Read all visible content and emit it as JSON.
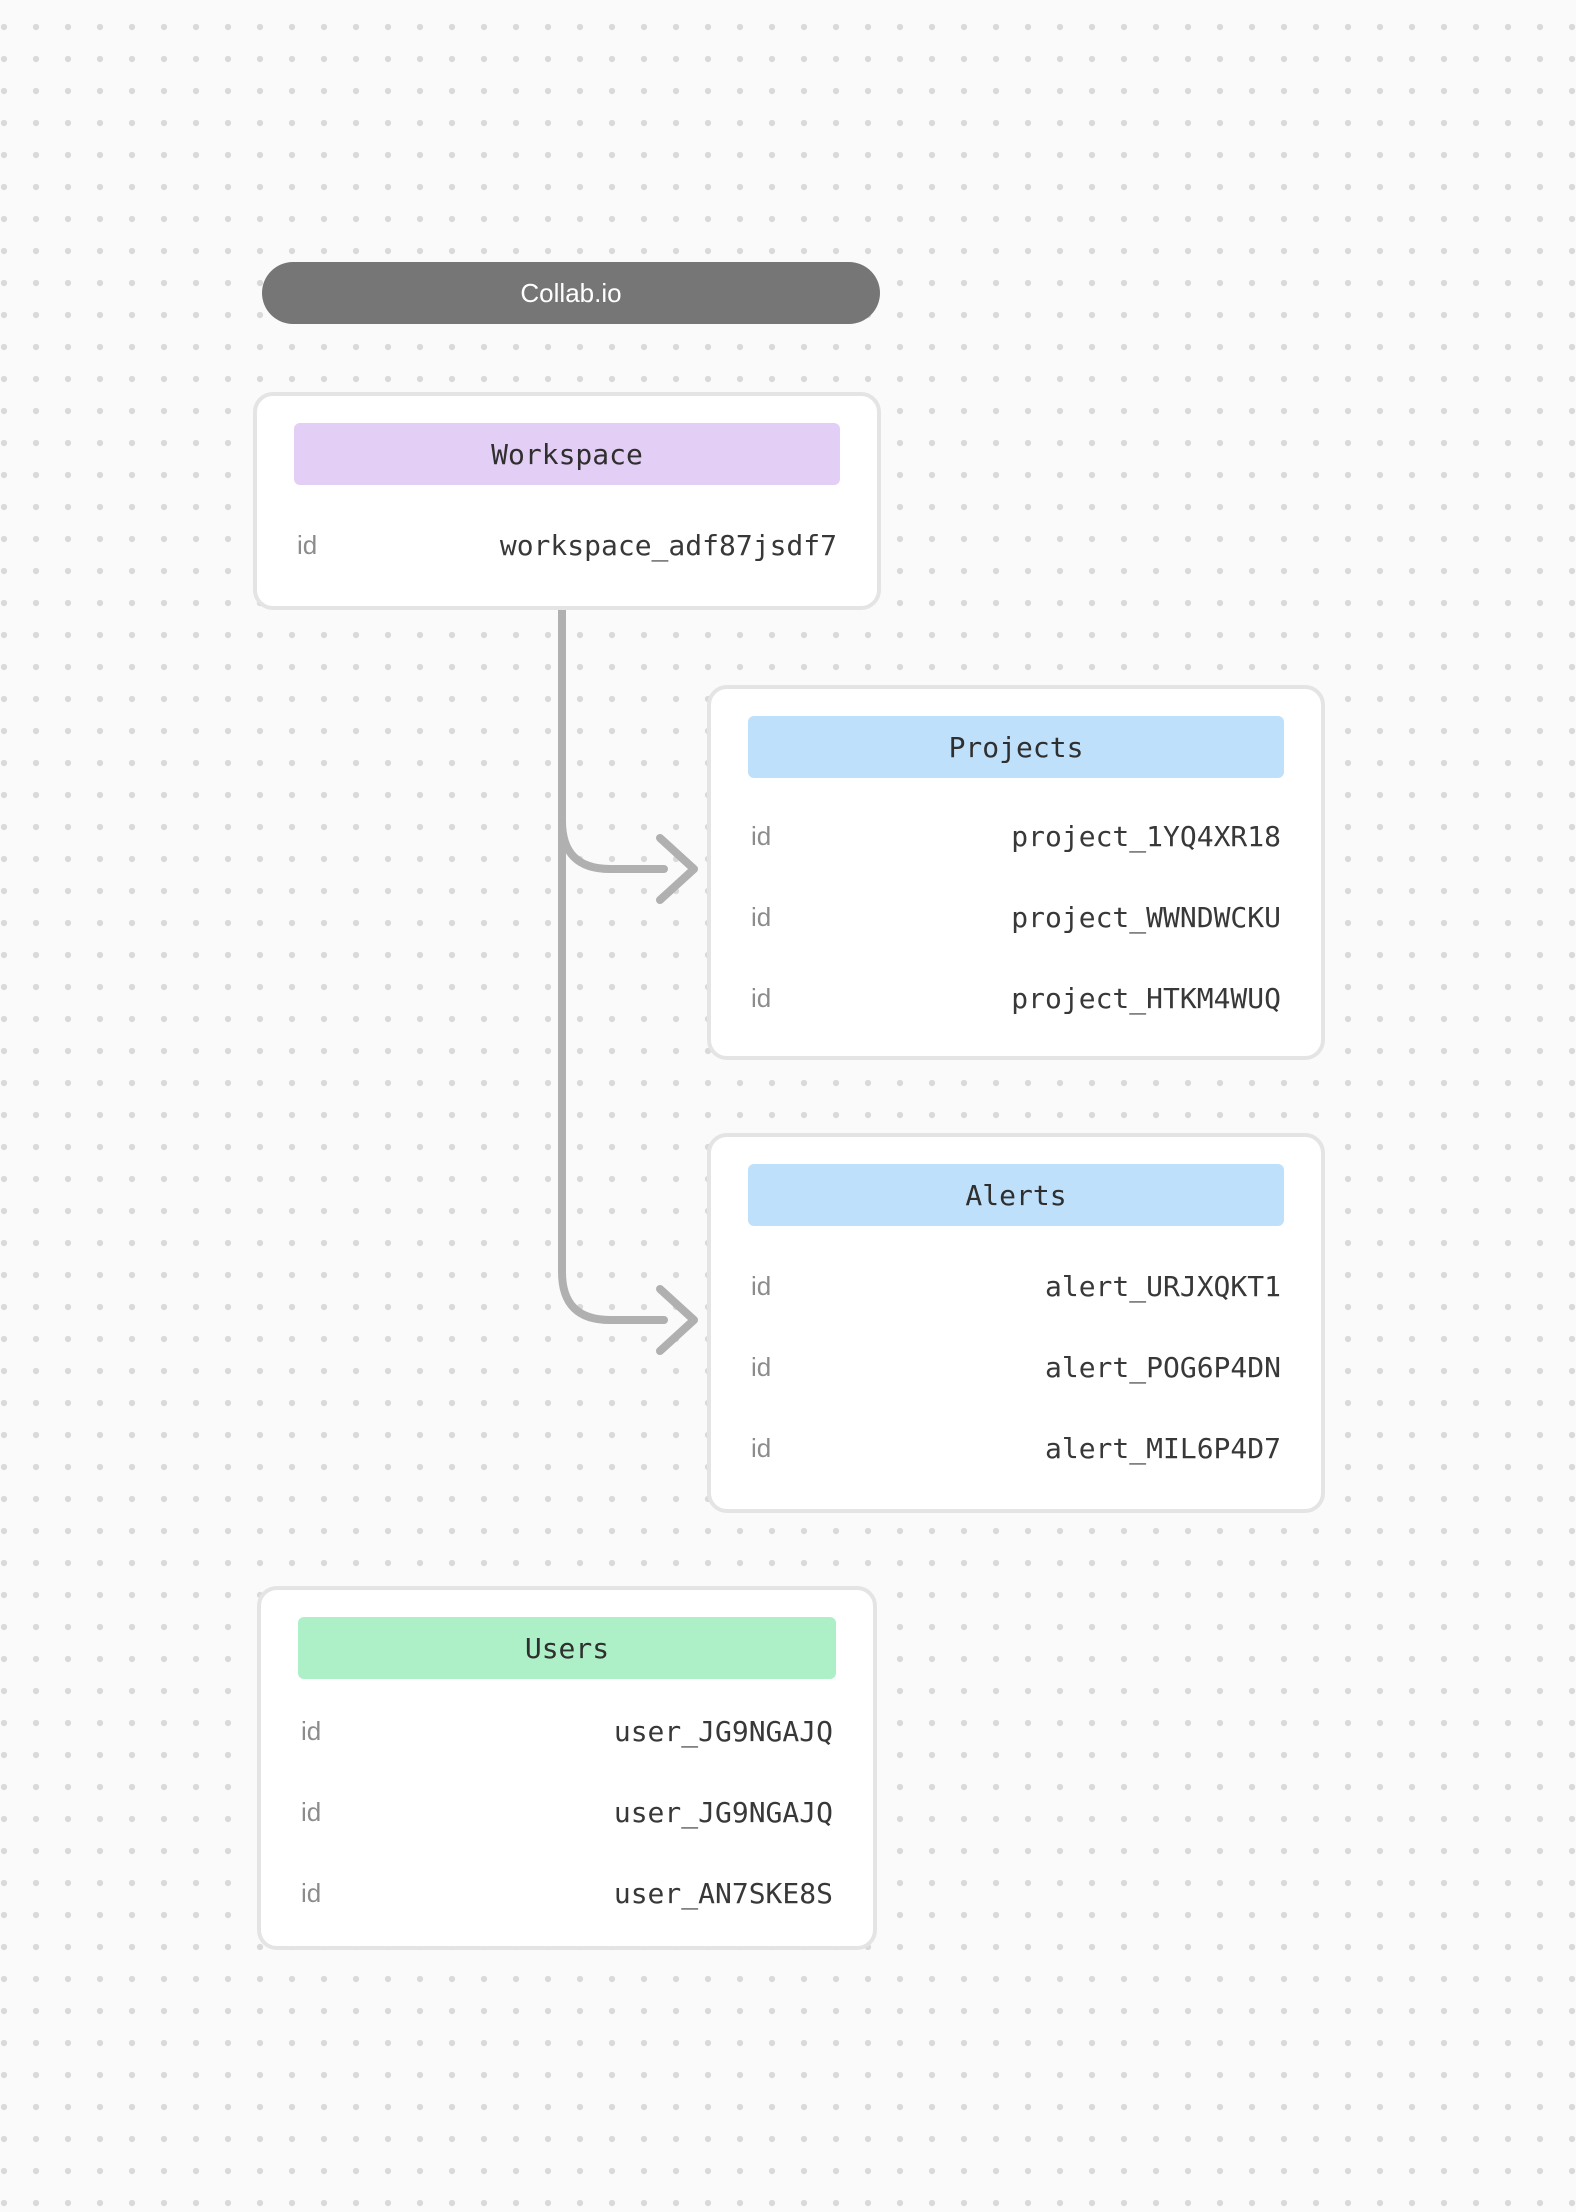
{
  "banner": {
    "label": "Collab.io",
    "bg": "#767676",
    "text_color": "#ffffff"
  },
  "diagram": {
    "background": "#fafafa",
    "dot_color": "#d9d9d9",
    "connector_color": "#b0b0b0",
    "card_border_color": "#e4e4e4",
    "key_label_color": "#8c8c8c",
    "value_text_color": "#383838"
  },
  "entities": [
    {
      "name": "Workspace",
      "header_color": "#e3cff5",
      "rows": [
        {
          "key": "id",
          "value": "workspace_adf87jsdf7"
        }
      ]
    },
    {
      "name": "Projects",
      "header_color": "#bfe0fa",
      "rows": [
        {
          "key": "id",
          "value": "project_1YQ4XR18"
        },
        {
          "key": "id",
          "value": "project_WWNDWCKU"
        },
        {
          "key": "id",
          "value": "project_HTKM4WUQ"
        }
      ]
    },
    {
      "name": "Alerts",
      "header_color": "#bfe0fa",
      "rows": [
        {
          "key": "id",
          "value": "alert_URJXQKT1"
        },
        {
          "key": "id",
          "value": "alert_POG6P4DN"
        },
        {
          "key": "id",
          "value": "alert_MIL6P4D7"
        }
      ]
    },
    {
      "name": "Users",
      "header_color": "#adf0c8",
      "rows": [
        {
          "key": "id",
          "value": "user_JG9NGAJQ"
        },
        {
          "key": "id",
          "value": "user_JG9NGAJQ"
        },
        {
          "key": "id",
          "value": "user_AN7SKE8S"
        }
      ]
    }
  ],
  "connections": [
    {
      "from": "Workspace",
      "to": "Projects"
    },
    {
      "from": "Workspace",
      "to": "Alerts"
    }
  ]
}
